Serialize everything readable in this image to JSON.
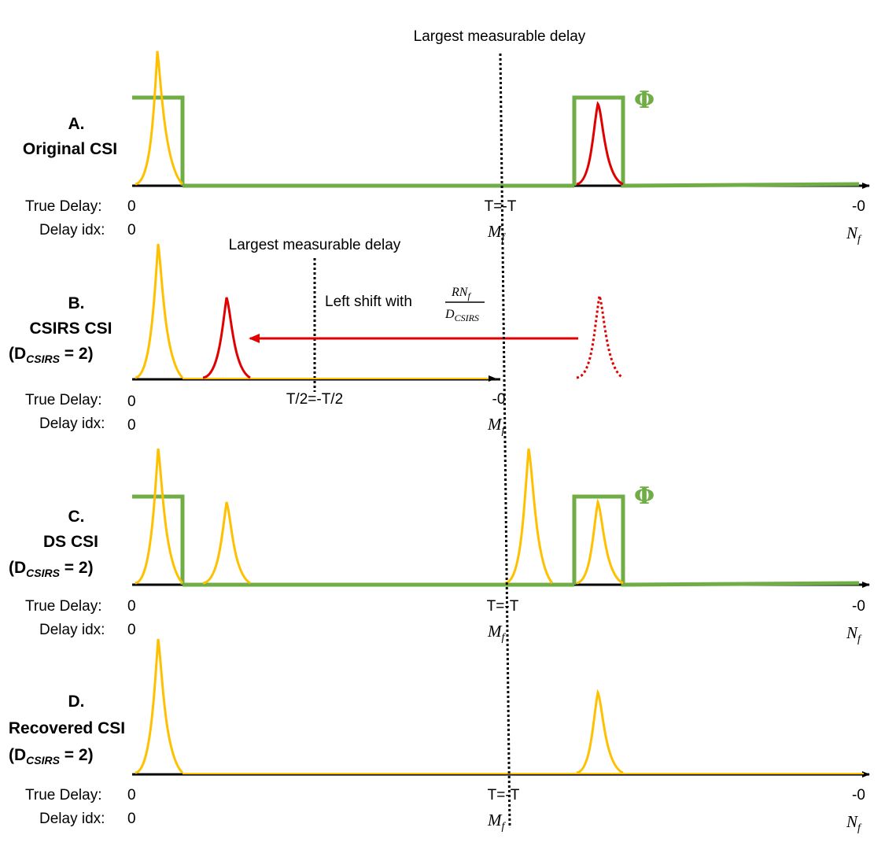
{
  "global": {
    "largest_measurable_delay": "Largest measurable delay"
  },
  "colors": {
    "green": "#70ad47",
    "yellow": "#ffc000",
    "red": "#e00000",
    "axis": "#000000"
  },
  "panels": {
    "a": {
      "letter": "A.",
      "name": "Original CSI",
      "phi": "Φ",
      "true_delay_label": "True Delay:",
      "delay_idx_label": "Delay idx:",
      "td_start": "0",
      "td_mid": "T=-T",
      "td_end": "-0",
      "di_start": "0",
      "di_mid": "M",
      "di_mid_sub": "f",
      "di_end": "N",
      "di_end_sub": "f"
    },
    "b": {
      "letter": "B.",
      "name": "CSIRS CSI",
      "param": "(D",
      "param_sub": "CSIRS",
      "param_tail": " = 2)",
      "largest_measurable_delay": "Largest measurable delay",
      "shift_text": "Left shift with",
      "shift_num": "RN",
      "shift_num_sub": "f",
      "shift_den": "D",
      "shift_den_sub": "CSIRS",
      "true_delay_label": "True Delay:",
      "delay_idx_label": "Delay idx:",
      "td_start": "0",
      "td_mid": "T/2=-T/2",
      "td_end": "-0",
      "di_start": "0",
      "di_end": "M",
      "di_end_sub": "f"
    },
    "c": {
      "letter": "C.",
      "name": "DS CSI",
      "param": "(D",
      "param_sub": "CSIRS",
      "param_tail": " = 2)",
      "phi": "Φ",
      "true_delay_label": "True Delay:",
      "delay_idx_label": "Delay idx:",
      "td_start": "0",
      "td_mid": "T=-T",
      "td_end": "-0",
      "di_start": "0",
      "di_mid": "M",
      "di_mid_sub": "f",
      "di_end": "N",
      "di_end_sub": "f"
    },
    "d": {
      "letter": "D.",
      "name": "Recovered CSI",
      "param": "(D",
      "param_sub": "CSIRS",
      "param_tail": " = 2)",
      "true_delay_label": "True Delay:",
      "delay_idx_label": "Delay idx:",
      "td_start": "0",
      "td_mid": "T=-T",
      "td_end": "-0",
      "di_start": "0",
      "di_mid": "M",
      "di_mid_sub": "f",
      "di_end": "N",
      "di_end_sub": "f"
    }
  }
}
